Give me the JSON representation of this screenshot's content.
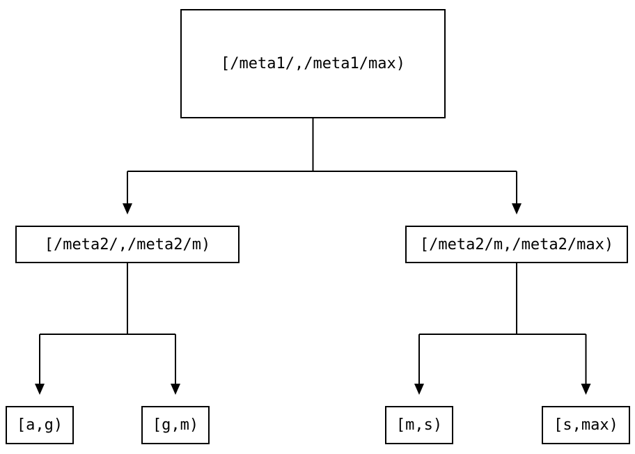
{
  "diagram": {
    "type": "binary-interval-tree",
    "tree": {
      "root": {
        "label": "[/meta1/,/meta1/max)"
      },
      "children": [
        {
          "label": "[/meta2/,/meta2/m)",
          "children": [
            {
              "label": "[a,g)"
            },
            {
              "label": "[g,m)"
            }
          ]
        },
        {
          "label": "[/meta2/m,/meta2/max)",
          "children": [
            {
              "label": "[m,s)"
            },
            {
              "label": "[s,max)"
            }
          ]
        }
      ]
    },
    "colors": {
      "background": "#ffffff",
      "box_border": "#000000",
      "line": "#000000",
      "text": "#000000"
    }
  }
}
